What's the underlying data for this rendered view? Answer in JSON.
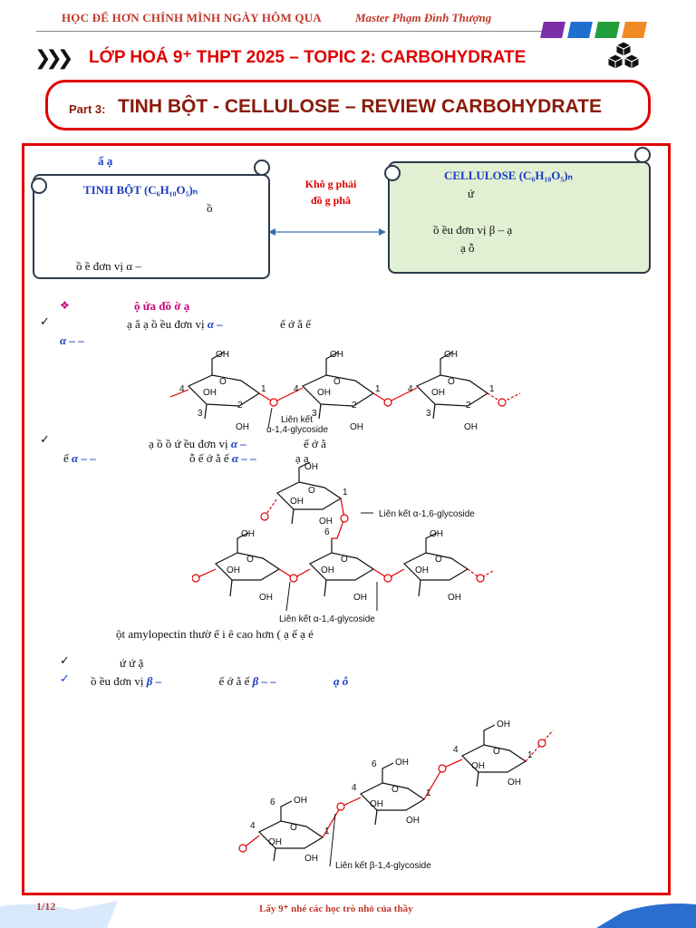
{
  "header": {
    "left_text": "HỌC ĐỂ HƠN CHÍNH MÌNH NGÀY HÔM QUA",
    "right_text": "Master Phạm Đình Thượng",
    "swatches": [
      "#7b2fa8",
      "#1f6fd1",
      "#1f9e3a",
      "#f08a24"
    ]
  },
  "topic": {
    "chevrons": "❯❯❯",
    "title": "LỚP HOÁ 9⁺ THPT 2025 – TOPIC 2: CARBOHYDRATE"
  },
  "part": {
    "label": "Part 3:",
    "title": "TINH BỘT - CELLULOSE – REVIEW CARBOHYDRATE"
  },
  "intro": {
    "heading": "ấ ạ",
    "starch_title": "TINH BỘT (C₆H₁₀O₅)ₙ",
    "starch_line2": "ồ",
    "starch_line3": "ồ ề đơn vị α –",
    "middle_line1": "Khô g phải",
    "middle_line2": "đồ g phâ",
    "cellulose_title": "CELLULOSE (C₆H₁₀O₅)ₙ",
    "cellulose_line2": "ứ",
    "cellulose_line3": "ồ ều đơn vị β – ạ",
    "cellulose_line4": "ạ ỗ"
  },
  "section1": {
    "bullet": "❖",
    "heading": "ộ ứa đồ ờ ạ",
    "check1_a": "ạ ắ ạ ồ ều đơn vị",
    "check1_b": "α –",
    "check1_c": "ế ớ ằ ế",
    "check1_d": "α – –"
  },
  "diagram1": {
    "link_label_1": "Liên kết",
    "link_label_2": "α-1,4-glycoside"
  },
  "section2": {
    "check2_a": "ạ ồ ồ ứ ều đơn vị",
    "check2_b": "α –",
    "check2_c": "ế ớ ằ",
    "check2_d": "ế",
    "check2_e": "α – –",
    "check2_f": "ỗ ế ớ ằ ế",
    "check2_g": "α – –",
    "check2_h": "ạ ạ"
  },
  "diagram2": {
    "label_16": "Liên kết α-1,6-glycoside",
    "label_14": "Liên kết α-1,4-glycoside"
  },
  "section3": {
    "amylo_line": "ột amylopectin thườ ế i ê cao hơn ( ạ ế ạ é",
    "check3": "ứ ứ ặ",
    "check4_a": "ồ ều đơn vị",
    "check4_b": "β –",
    "check4_c": "ế ớ ằ ế",
    "check4_d": "β – –",
    "check4_e": "ạ ỗ"
  },
  "diagram3": {
    "label": "Liên kết β-1,4-glycoside"
  },
  "footer": {
    "page": "1/12",
    "text": "Lấy 9⁺ nhé các học trò nhỏ của thầy"
  }
}
